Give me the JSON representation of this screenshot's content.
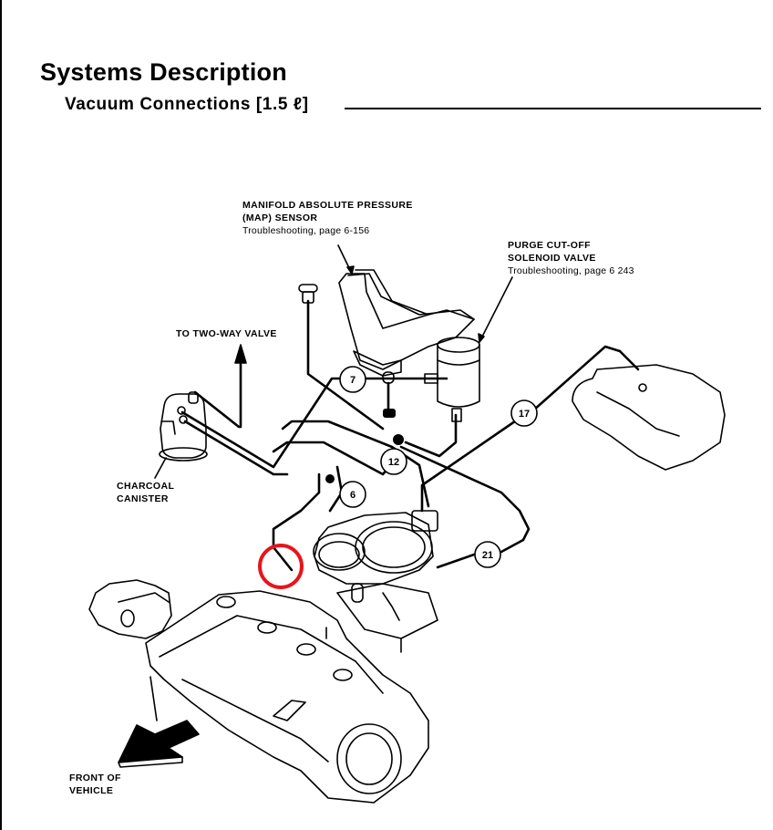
{
  "header": {
    "page_title": "Systems Description",
    "section_title": "Vacuum Connections [1.5 ℓ]"
  },
  "labels": {
    "map_sensor": {
      "name_line1": "MANIFOLD ABSOLUTE PRESSURE",
      "name_line2": "(MAP) SENSOR",
      "reference": "Troubleshooting,  page 6-156"
    },
    "purge_valve": {
      "name_line1": "PURGE CUT-OFF",
      "name_line2": "SOLENOID VALVE",
      "reference": "Troubleshooting,  page 6 243"
    },
    "two_way_valve": "TO TWO-WAY VALVE",
    "charcoal_canister": {
      "line1": "CHARCOAL",
      "line2": "CANISTER"
    },
    "front_of_vehicle": {
      "line1": "FRONT OF",
      "line2": "VEHICLE"
    }
  },
  "callouts": [
    "7",
    "17",
    "12",
    "6",
    "21"
  ],
  "highlight": {
    "shape": "circle",
    "color": "#e8141c",
    "target": "vacuum port on intake manifold"
  },
  "colors": {
    "ink": "#000000",
    "paper": "#ffffff",
    "highlight": "#e8141c"
  }
}
